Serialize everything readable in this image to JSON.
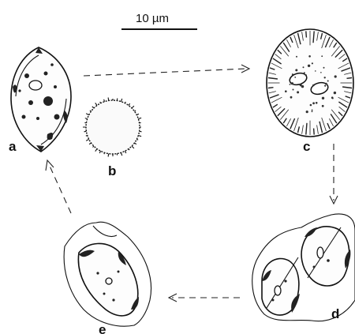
{
  "scale_bar": {
    "label": "10 µm"
  },
  "panels": {
    "a": {
      "label": "a"
    },
    "b": {
      "label": "b"
    },
    "c": {
      "label": "c"
    },
    "d": {
      "label": "d"
    },
    "e": {
      "label": "e"
    }
  },
  "colors": {
    "ink": "#111111",
    "background": "#ffffff"
  }
}
